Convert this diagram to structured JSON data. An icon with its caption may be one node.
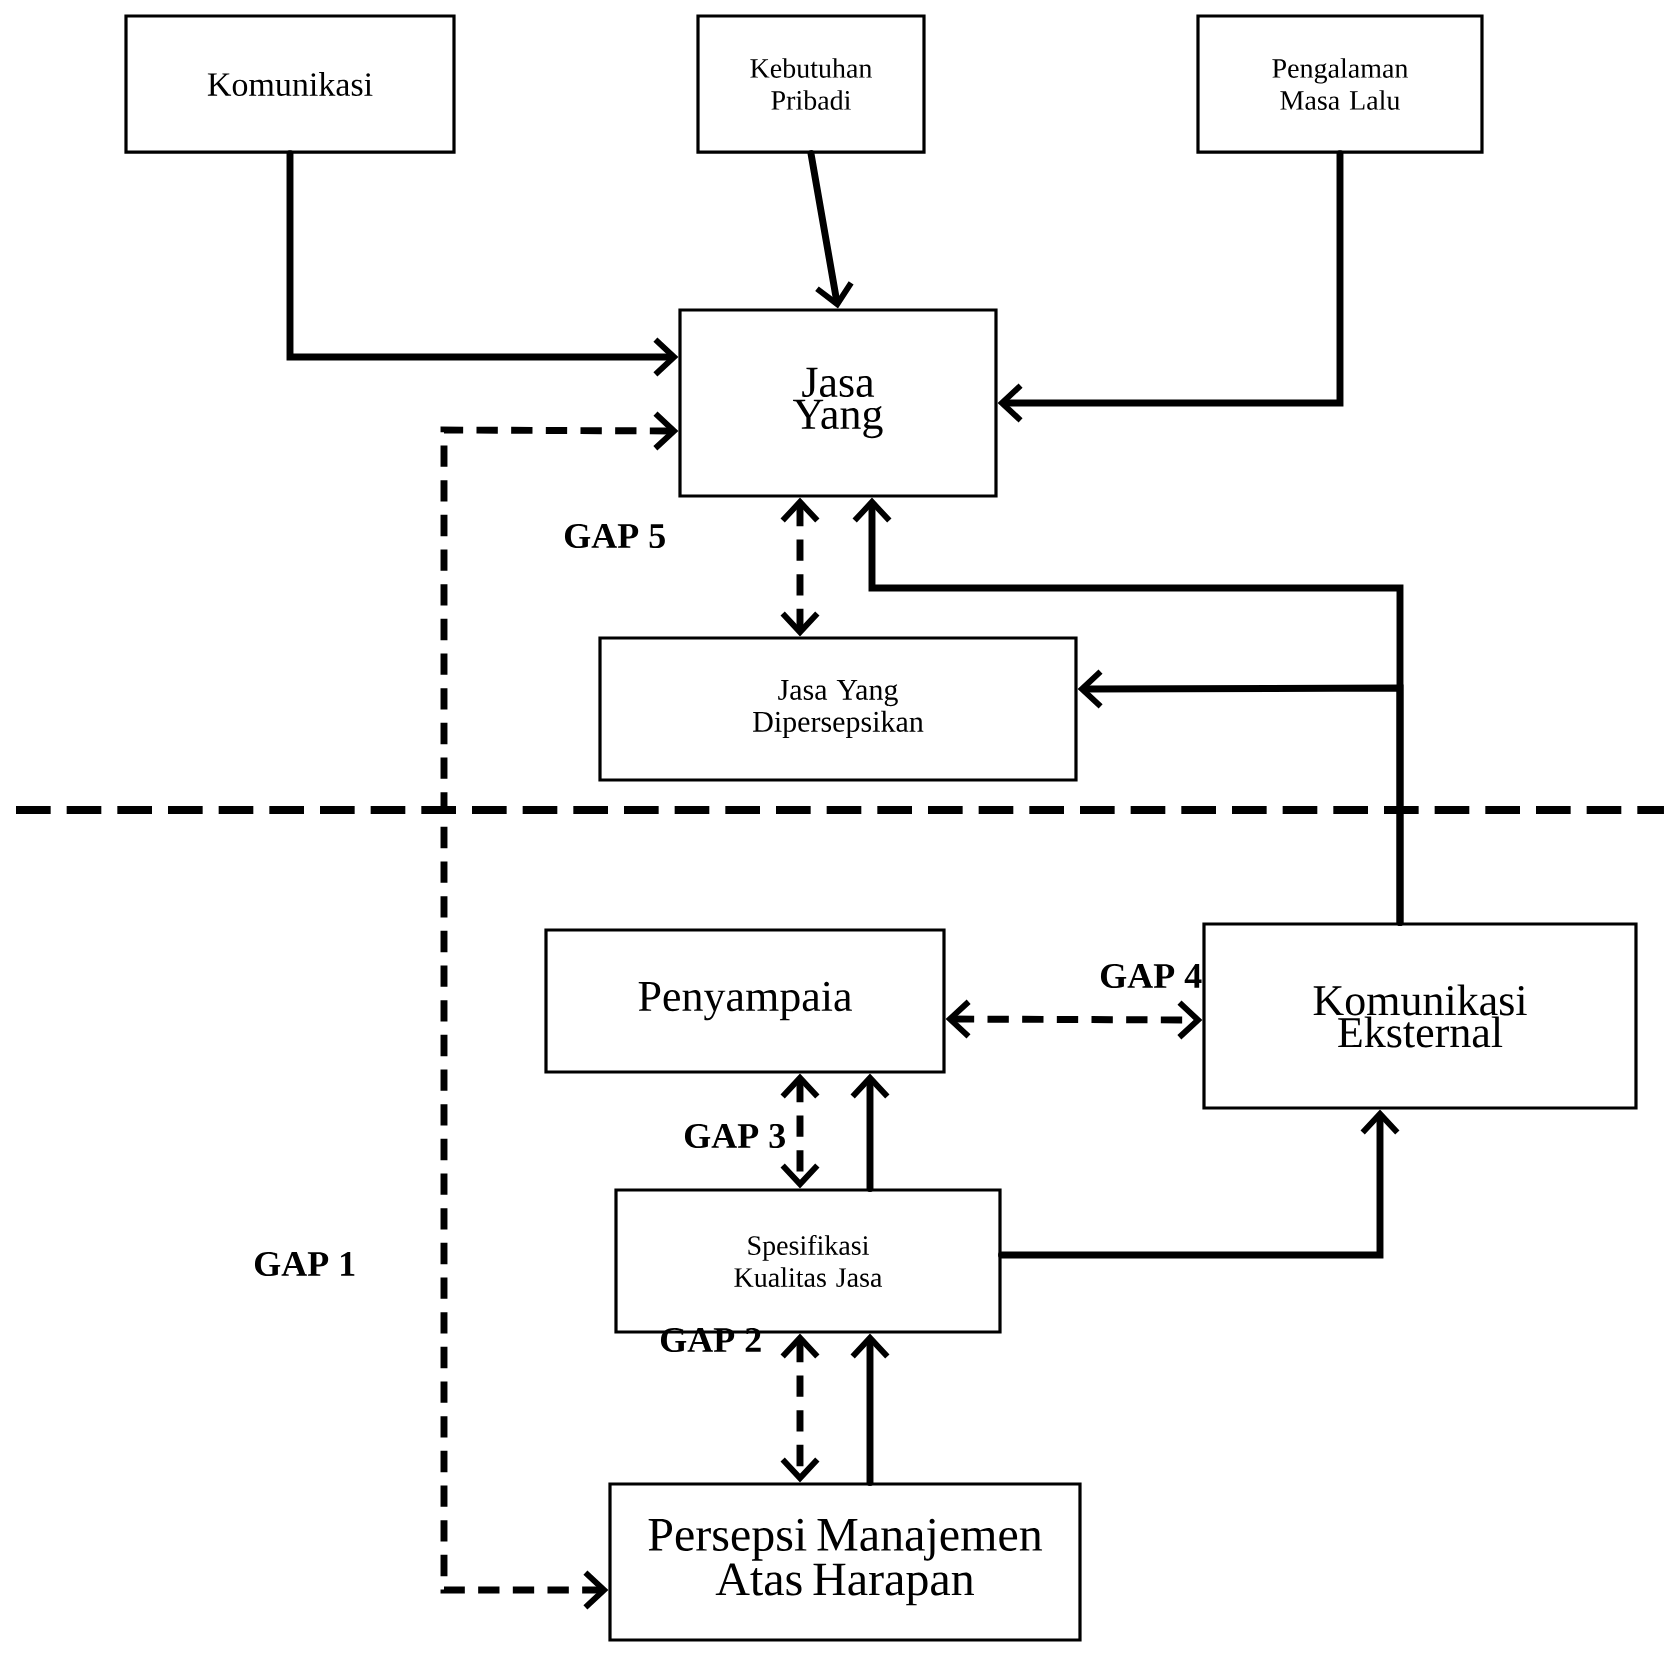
{
  "diagram": {
    "nodes": [
      {
        "text": [
          "Komunikasi"
        ]
      },
      {
        "text": [
          "Kebutuhan Pribadi"
        ]
      },
      {
        "text": [
          "Pengalaman Masa Lalu"
        ]
      },
      {
        "text": [
          "Jasa Yang"
        ]
      },
      {
        "text": [
          "Jasa Yang Dipersepsikan"
        ]
      },
      {
        "text": [
          "Penyampaia"
        ]
      },
      {
        "text": [
          "Komunikasi Eksternal"
        ]
      },
      {
        "text": [
          "Spesifikasi Kualitas Jasa"
        ]
      },
      {
        "text": [
          "Persepsi Manajemen Atas Harapan"
        ]
      }
    ],
    "edges": [
      {
        "from": 0,
        "to": 3,
        "arrow": "to"
      },
      {
        "from": 1,
        "to": 3,
        "arrow": "to"
      },
      {
        "from": 2,
        "to": 3,
        "arrow": "to"
      },
      {
        "from": 6,
        "to": 3,
        "arrow": "to"
      },
      {
        "from": 6,
        "to": 4,
        "arrow": "to"
      },
      {
        "from": 3,
        "to": 4,
        "arrow": "both",
        "style": "dashed"
      },
      {
        "from": 3,
        "to": 8,
        "arrow": "both",
        "style": "dashed"
      },
      {
        "from": 5,
        "to": 6,
        "arrow": "both",
        "style": "dashed"
      },
      {
        "from": 5,
        "to": 7,
        "arrow": "both",
        "style": "dashed"
      },
      {
        "from": 7,
        "to": 5,
        "arrow": "to"
      },
      {
        "from": 7,
        "to": 6,
        "arrow": "to"
      },
      {
        "from": 7,
        "to": 8,
        "arrow": "both",
        "style": "dashed"
      },
      {
        "from": 8,
        "to": 7,
        "arrow": "to"
      }
    ],
    "labels": [
      "GAP 5",
      "GAP 4",
      "GAP 3",
      "GAP 1",
      "GAP 2"
    ]
  }
}
